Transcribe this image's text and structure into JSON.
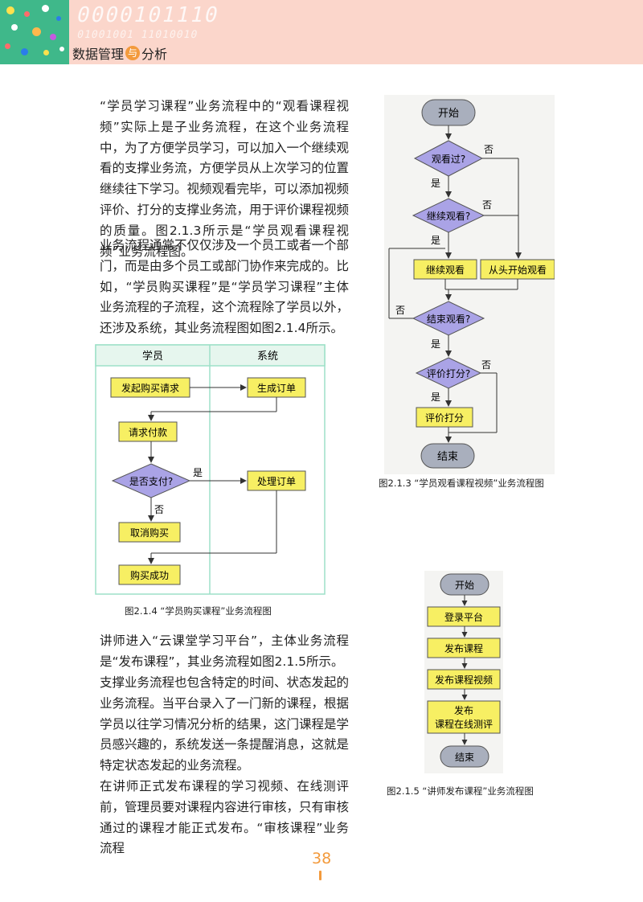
{
  "header": {
    "book_title_part1": "数据管理",
    "book_title_amp": "与",
    "book_title_part2": "分析",
    "deco_digits_1": "0000101110",
    "deco_digits_2": "01001001 11010010"
  },
  "text": {
    "para1": "“学员学习课程”业务流程中的“观看课程视频”实际上是子业务流程，在这个业务流程中，为了方便学员学习，可以加入一个继续观看的支撑业务流，方便学员从上次学习的位置继续往下学习。视频观看完毕，可以添加视频评价、打分的支撑业务流，用于评价课程视频的质量。图2.1.3所示是“学员观看课程视频”业务流程图。",
    "para2": "业务流程通常不仅仅涉及一个员工或者一个部门，而是由多个员工或部门协作来完成的。比如，“学员购买课程”是“学员学习课程”主体业务流程的子流程，这个流程除了学员以外，还涉及系统，其业务流程图如图2.1.4所示。",
    "para3": "讲师进入“云课堂学习平台”，主体业务流程是“发布课程”，其业务流程如图2.1.5所示。",
    "para4": "支撑业务流程也包含特定的时间、状态发起的业务流程。当平台录入了一门新的课程，根据学员以往学习情况分析的结果，这门课程是学员感兴趣的，系统发送一条提醒消息，这就是特定状态发起的业务流程。",
    "para5": "在讲师正式发布课程的学习视频、在线测评前，管理员要对课程内容进行审核，只有审核通过的课程才能正式发布。“审核课程”业务流程"
  },
  "fig213": {
    "caption": "图2.1.3 “学员观看课程视频”业务流程图",
    "start": "开始",
    "d1": "观看过?",
    "d2": "继续观看?",
    "p1": "继续观看",
    "p2": "从头开始观看",
    "d3": "结束观看?",
    "d4": "评价打分?",
    "p3": "评价打分",
    "end": "结束",
    "yes": "是",
    "no": "否"
  },
  "fig214": {
    "caption": "图2.1.4 “学员购买课程”业务流程图",
    "lane1": "学员",
    "lane2": "系统",
    "s1": "发起购买请求",
    "s2": "生成订单",
    "s3": "请求付款",
    "d1": "是否支付?",
    "s4": "处理订单",
    "s5": "取消购买",
    "s6": "购买成功",
    "yes": "是",
    "no": "否"
  },
  "fig215": {
    "caption": "图2.1.5 “讲师发布课程”业务流程图",
    "start": "开始",
    "s1": "登录平台",
    "s2": "发布课程",
    "s3": "发布课程视频",
    "s4a": "发布",
    "s4b": "课程在线测评",
    "end": "结束"
  },
  "footer": {
    "page_number": "38"
  },
  "colors": {
    "header_band": "#fbd6cb",
    "logo_green": "#3fb88a",
    "accent_orange": "#f39a3c",
    "process_fill": "#f7ef63",
    "decision_fill": "#aaa3e6",
    "terminal_fill": "#a9afbd"
  }
}
